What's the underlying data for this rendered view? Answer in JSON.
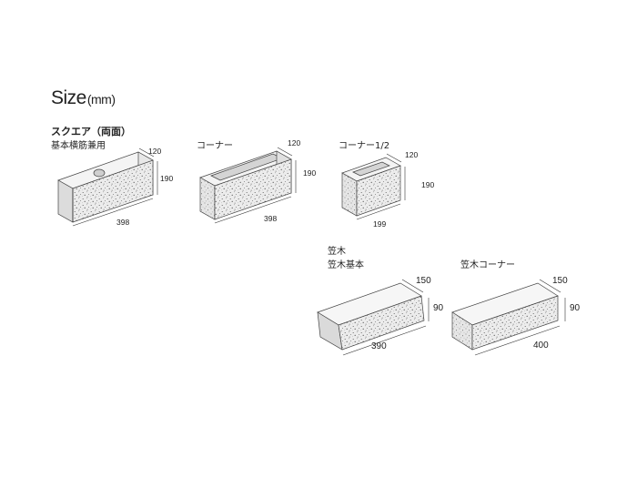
{
  "title": {
    "text": "Size",
    "unit": "(mm)"
  },
  "blocks": [
    {
      "name": "スクエア（両面）",
      "sub": "基本横筋兼用",
      "dims": {
        "depth": "120",
        "height": "190",
        "width": "398"
      }
    },
    {
      "name": "コーナー",
      "dims": {
        "depth": "120",
        "height": "190",
        "width": "398"
      }
    },
    {
      "name": "コーナー1/2",
      "dims": {
        "depth": "120",
        "height": "190",
        "width": "199"
      }
    }
  ],
  "caps_heading": "笠木",
  "caps": [
    {
      "name": "笠木基本",
      "dims": {
        "depth": "150",
        "height": "90",
        "width": "390"
      }
    },
    {
      "name": "笠木コーナー",
      "dims": {
        "depth": "150",
        "height": "90",
        "width": "400"
      }
    }
  ]
}
